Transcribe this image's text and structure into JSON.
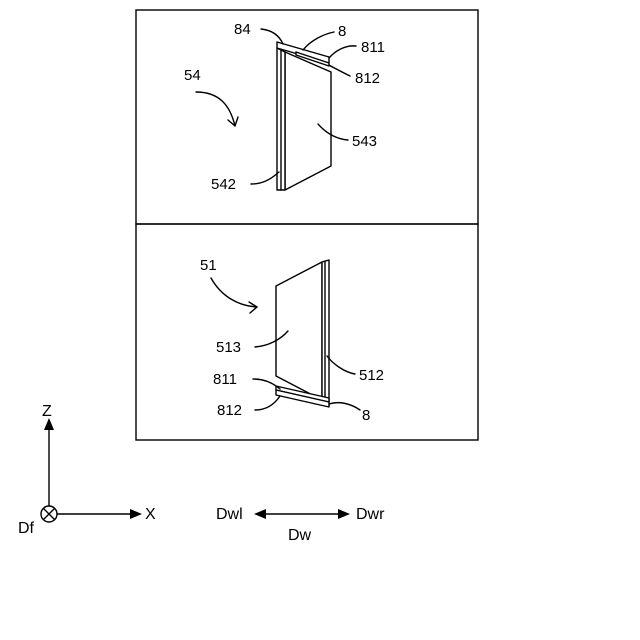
{
  "upper_panel": {
    "assembly_label": "54",
    "labels": {
      "top_left": "84",
      "top_right": "8",
      "right_upper": "811",
      "right_lower": "812",
      "face": "543",
      "edge": "542"
    }
  },
  "lower_panel": {
    "assembly_label": "51",
    "labels": {
      "face": "513",
      "edge": "512",
      "left_upper": "811",
      "left_lower": "812",
      "bottom_right": "8"
    }
  },
  "coordinate_axes": {
    "vertical_axis": "Z",
    "horizontal_axis": "X",
    "depth_axis": "Df"
  },
  "direction_indicator": {
    "left_label": "Dwl",
    "right_label": "Dwr",
    "center_label": "Dw"
  }
}
